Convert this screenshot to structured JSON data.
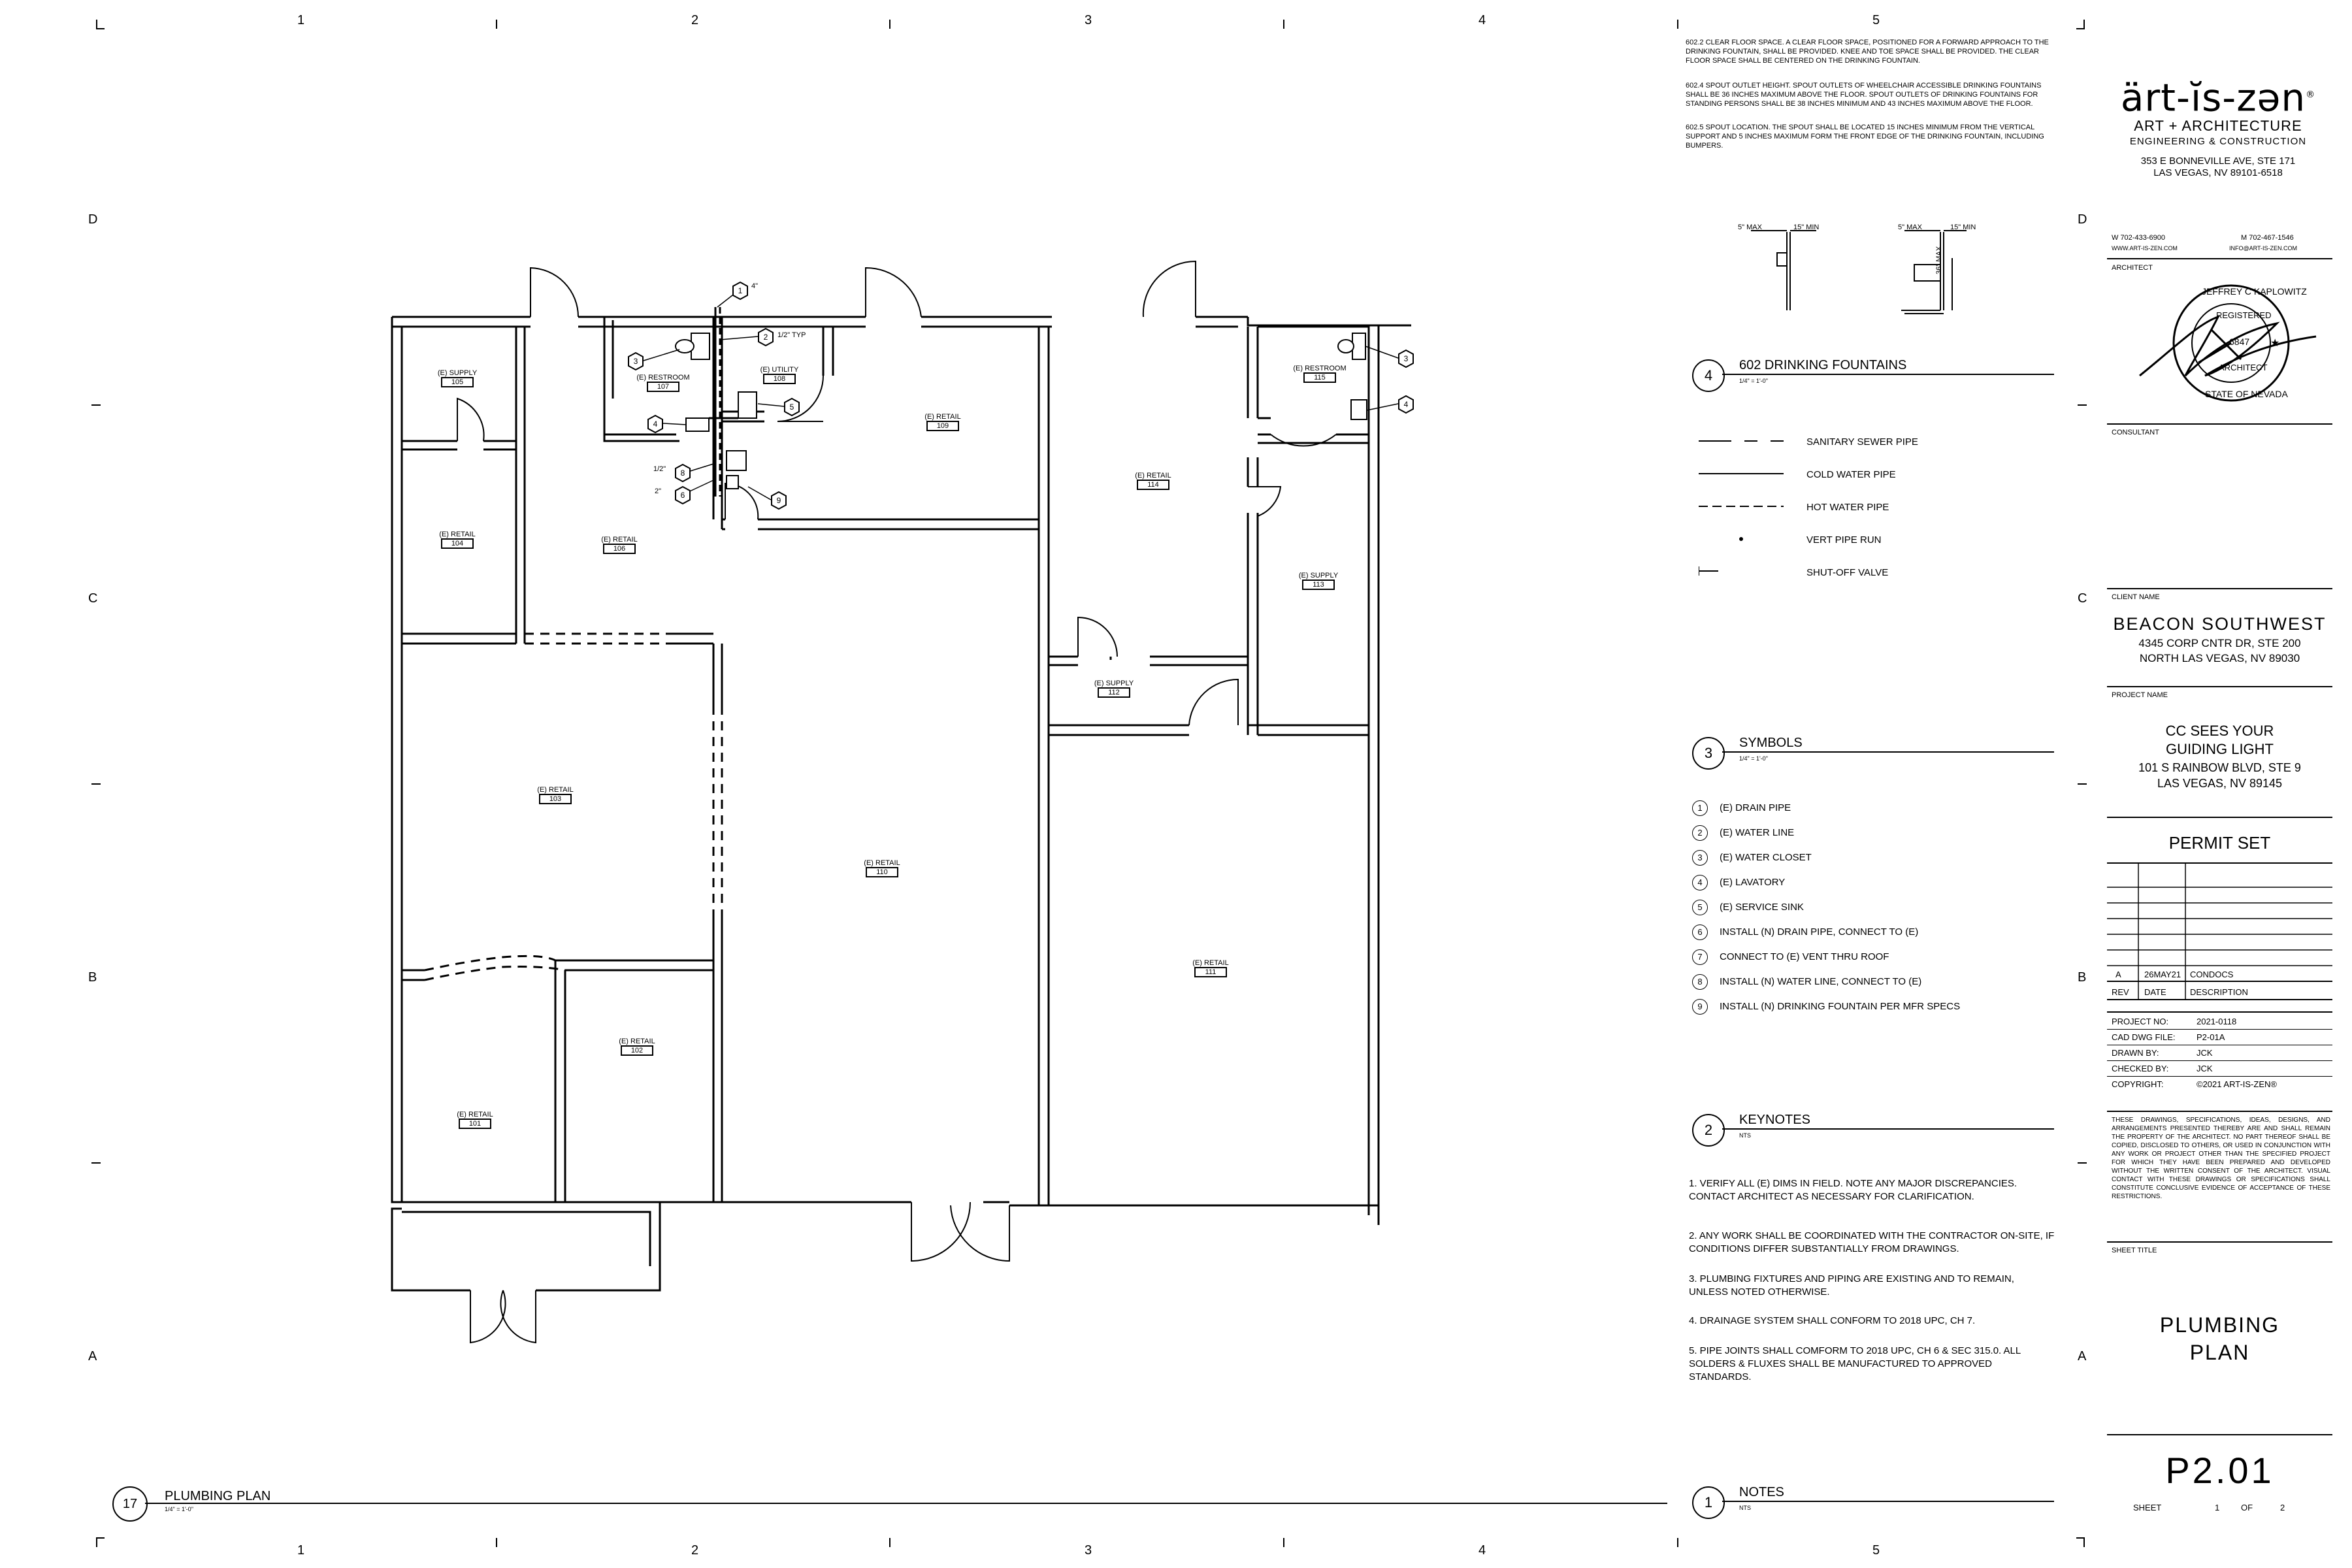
{
  "grid": {
    "columns": [
      "1",
      "2",
      "3",
      "4",
      "5"
    ],
    "rows": [
      "D",
      "C",
      "B",
      "A"
    ]
  },
  "rooms": [
    {
      "name": "(E) SUPPLY",
      "number": "105"
    },
    {
      "name": "(E) RESTROOM",
      "number": "107"
    },
    {
      "name": "(E) UTILITY",
      "number": "108"
    },
    {
      "name": "(E) RETAIL",
      "number": "109"
    },
    {
      "name": "(E) RETAIL",
      "number": "114"
    },
    {
      "name": "(E) RESTROOM",
      "number": "115"
    },
    {
      "name": "(E) RETAIL",
      "number": "104"
    },
    {
      "name": "(E) RETAIL",
      "number": "106"
    },
    {
      "name": "(E) SUPPLY",
      "number": "113"
    },
    {
      "name": "(E) SUPPLY",
      "number": "112"
    },
    {
      "name": "(E) RETAIL",
      "number": "103"
    },
    {
      "name": "(E) RETAIL",
      "number": "110"
    },
    {
      "name": "(E) RETAIL",
      "number": "111"
    },
    {
      "name": "(E) RETAIL",
      "number": "102"
    },
    {
      "name": "(E) RETAIL",
      "number": "101"
    }
  ],
  "callouts": {
    "c1_text": "4\"",
    "c2_text": "1/2\" TYP",
    "c8_text": "1/2\"",
    "c6_text": "2\""
  },
  "fountain_notes": [
    "602.2 CLEAR FLOOR SPACE.  A CLEAR FLOOR SPACE, POSITIONED FOR A FORWARD APPROACH TO THE DRINKING FOUNTAIN, SHALL BE PROVIDED.  KNEE AND TOE SPACE SHALL BE PROVIDED.  THE CLEAR FLOOR SPACE SHALL BE CENTERED ON THE DRINKING FOUNTAIN.",
    "602.4 SPOUT OUTLET HEIGHT.  SPOUT OUTLETS OF WHEELCHAIR ACCESSIBLE DRINKING FOUNTAINS SHALL BE 36 INCHES MAXIMUM ABOVE THE FLOOR.  SPOUT OUTLETS OF DRINKING FOUNTAINS FOR STANDING PERSONS SHALL BE 38 INCHES MINIMUM AND 43 INCHES MAXIMUM ABOVE THE FLOOR.",
    "602.5 SPOUT LOCATION.  THE SPOUT SHALL BE LOCATED 15 INCHES MINIMUM FROM THE VERTICAL SUPPORT AND 5 INCHES MAXIMUM FORM THE FRONT EDGE OF THE DRINKING FOUNTAIN, INCLUDING BUMPERS."
  ],
  "fountain_detail": {
    "dim_a": "5\" MAX",
    "dim_b": "15\" MIN",
    "dim_c": "5\" MAX",
    "dim_d": "15\" MIN",
    "dim_e": "36\" MAX"
  },
  "sections": {
    "s4": {
      "number": "4",
      "title": "602 DRINKING FOUNTAINS",
      "scale": "1/4\" = 1'-0\""
    },
    "s3": {
      "number": "3",
      "title": "SYMBOLS",
      "scale": "1/4\" = 1'-0\""
    },
    "s2": {
      "number": "2",
      "title": "KEYNOTES",
      "scale": "NTS"
    },
    "s1": {
      "number": "1",
      "title": "NOTES",
      "scale": "NTS"
    },
    "s17": {
      "number": "17",
      "title": "PLUMBING PLAN",
      "scale": "1/4\" = 1'-0\""
    }
  },
  "legend": [
    {
      "label": "SANITARY SEWER PIPE",
      "style": "dash-long"
    },
    {
      "label": "COLD WATER PIPE",
      "style": "solid"
    },
    {
      "label": "HOT WATER PIPE",
      "style": "dash-short"
    },
    {
      "label": "VERT PIPE RUN",
      "style": "dot"
    },
    {
      "label": "SHUT-OFF VALVE",
      "style": "valve"
    }
  ],
  "symbols": [
    {
      "id": "1",
      "label": "(E) DRAIN PIPE"
    },
    {
      "id": "2",
      "label": "(E) WATER LINE"
    },
    {
      "id": "3",
      "label": "(E) WATER CLOSET"
    },
    {
      "id": "4",
      "label": "(E) LAVATORY"
    },
    {
      "id": "5",
      "label": "(E) SERVICE SINK"
    },
    {
      "id": "6",
      "label": "INSTALL (N) DRAIN PIPE, CONNECT TO (E)"
    },
    {
      "id": "7",
      "label": "CONNECT TO (E) VENT THRU ROOF"
    },
    {
      "id": "8",
      "label": "INSTALL (N) WATER LINE, CONNECT TO (E)"
    },
    {
      "id": "9",
      "label": "INSTALL (N) DRINKING FOUNTAIN PER MFR SPECS"
    }
  ],
  "keynotes": [
    "1.      VERIFY ALL (E) DIMS IN FIELD.  NOTE ANY MAJOR DISCREPANCIES. CONTACT ARCHITECT AS NECESSARY FOR CLARIFICATION.",
    "2.      ANY WORK SHALL BE COORDINATED WITH THE CONTRACTOR ON-SITE, IF CONDITIONS DIFFER SUBSTANTIALLY FROM DRAWINGS.",
    "3.      PLUMBING FIXTURES AND PIPING ARE EXISTING AND TO REMAIN, UNLESS NOTED OTHERWISE.",
    "4.      DRAINAGE SYSTEM SHALL CONFORM TO 2018 UPC, CH 7.",
    "5.      PIPE JOINTS SHALL COMFORM TO 2018 UPC, CH 6 & SEC 315.0. ALL SOLDERS & FLUXES SHALL BE MANUFACTURED TO APPROVED STANDARDS."
  ],
  "title_block": {
    "logo": "ärt-ĭs-zən",
    "logo_reg": "®",
    "firm_line1": "ART + ARCHITECTURE",
    "firm_line2": "ENGINEERING & CONSTRUCTION",
    "firm_addr1": "353 E BONNEVILLE AVE, STE 171",
    "firm_addr2": "LAS VEGAS, NV 89101-6518",
    "phone_w": "W 702-433-6900",
    "phone_m": "M 702-467-1546",
    "web": "WWW.ART-IS-ZEN.COM",
    "email": "INFO@ART-IS-ZEN.COM",
    "architect_label": "ARCHITECT",
    "seal_top": "JEFFREY C KAPLOWITZ",
    "seal_mid": "REGISTERED",
    "seal_num": "6847",
    "seal_bottom": "ARCHITECT",
    "seal_state": "STATE OF NEVADA",
    "consultant_label": "CONSULTANT",
    "client_label": "CLIENT NAME",
    "client_name": "BEACON SOUTHWEST",
    "client_addr1": "4345 CORP CNTR DR, STE 200",
    "client_addr2": "NORTH LAS VEGAS, NV 89030",
    "project_label": "PROJECT NAME",
    "project_line1": "CC SEES YOUR",
    "project_line2": "GUIDING LIGHT",
    "project_line3": "101 S RAINBOW BLVD, STE 9",
    "project_line4": "LAS VEGAS, NV 89145",
    "permit": "PERMIT SET",
    "rev_row": {
      "rev": "A",
      "date": "26MAY21",
      "desc": "CONDOCS"
    },
    "rev_headers": {
      "rev": "REV",
      "date": "DATE",
      "desc": "DESCRIPTION"
    },
    "info": [
      {
        "k": "PROJECT NO:",
        "v": "2021-0118"
      },
      {
        "k": "CAD DWG FILE:",
        "v": "P2-01A"
      },
      {
        "k": "DRAWN BY:",
        "v": "JCK"
      },
      {
        "k": "CHECKED BY:",
        "v": "JCK"
      },
      {
        "k": "COPYRIGHT:",
        "v": "©2021 ART-IS-ZEN®"
      }
    ],
    "disclaimer": "THESE DRAWINGS, SPECIFICATIONS, IDEAS, DESIGNS, AND ARRANGEMENTS PRESENTED THEREBY ARE AND SHALL REMAIN THE PROPERTY OF THE ARCHITECT. NO PART THEREOF SHALL BE COPIED, DISCLOSED TO OTHERS, OR USED IN CONJUNCTION WITH ANY WORK OR PROJECT OTHER THAN THE SPECIFIED PROJECT FOR WHICH THEY HAVE BEEN PREPARED AND DEVELOPED WITHOUT THE WRITTEN CONSENT OF THE ARCHITECT.  VISUAL CONTACT WITH THESE DRAWINGS OR SPECIFICATIONS SHALL CONSTITUTE CONCLUSIVE EVIDENCE OF ACCEPTANCE OF THESE RESTRICTIONS.",
    "sheet_title_label": "SHEET TITLE",
    "sheet_title1": "PLUMBING",
    "sheet_title2": "PLAN",
    "sheet_number": "P2.01",
    "sheet_word": "SHEET",
    "sheet_of_a": "1",
    "sheet_of_word": "OF",
    "sheet_of_b": "2"
  }
}
